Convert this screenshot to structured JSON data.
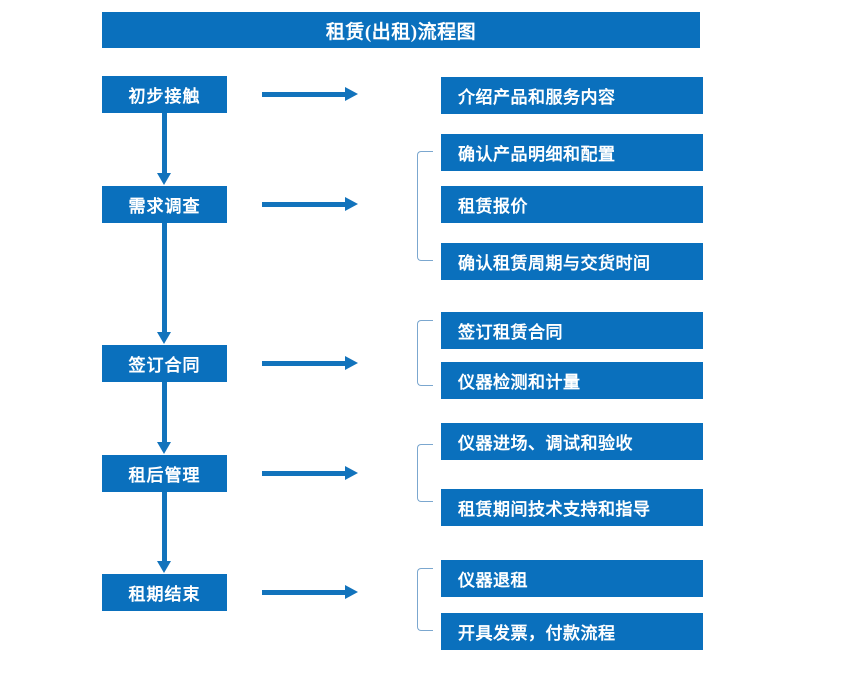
{
  "title": "租赁(出租)流程图",
  "colors": {
    "box_blue": "#0a70bd",
    "arrow_blue": "#1273bc",
    "bracket_blue": "#7ba7cf",
    "text_white": "#ffffff",
    "background": "#ffffff"
  },
  "stages": [
    {
      "label": "初步接触"
    },
    {
      "label": "需求调查"
    },
    {
      "label": "签订合同"
    },
    {
      "label": "租后管理"
    },
    {
      "label": "租期结束"
    }
  ],
  "details": [
    {
      "label": "介绍产品和服务内容"
    },
    {
      "label": "确认产品明细和配置"
    },
    {
      "label": "租赁报价"
    },
    {
      "label": "确认租赁周期与交货时间"
    },
    {
      "label": "签订租赁合同"
    },
    {
      "label": "仪器检测和计量"
    },
    {
      "label": "仪器进场、调试和验收"
    },
    {
      "label": "租赁期间技术支持和指导"
    },
    {
      "label": "仪器退租"
    },
    {
      "label": "开具发票，付款流程"
    }
  ],
  "groups": [
    {
      "stage": "初步接触",
      "detail_labels": [
        "介绍产品和服务内容"
      ],
      "bracketed": false
    },
    {
      "stage": "需求调查",
      "detail_labels": [
        "确认产品明细和配置",
        "租赁报价",
        "确认租赁周期与交货时间"
      ],
      "bracketed": true
    },
    {
      "stage": "签订合同",
      "detail_labels": [
        "签订租赁合同",
        "仪器检测和计量"
      ],
      "bracketed": true
    },
    {
      "stage": "租后管理",
      "detail_labels": [
        "仪器进场、调试和验收",
        "租赁期间技术支持和指导"
      ],
      "bracketed": true
    },
    {
      "stage": "租期结束",
      "detail_labels": [
        "仪器退租",
        "开具发票，付款流程"
      ],
      "bracketed": true
    }
  ]
}
